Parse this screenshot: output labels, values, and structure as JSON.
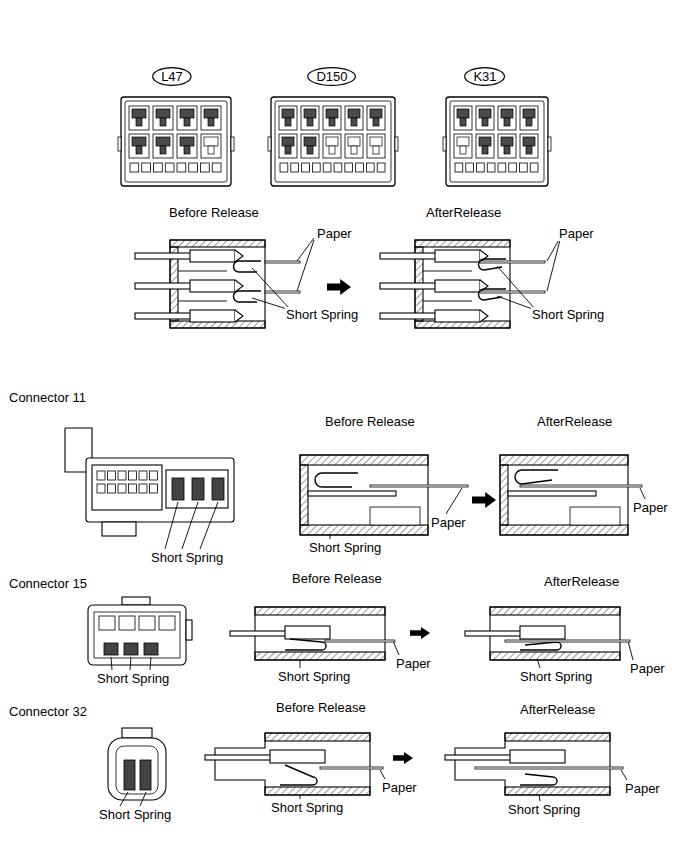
{
  "diagram": {
    "nodes": [
      {
        "text": [
          "L47"
        ]
      },
      {
        "text": [
          "D150"
        ]
      },
      {
        "text": [
          "K31"
        ]
      }
    ],
    "labels": [
      "Before Release",
      "AfterRelease",
      "Paper",
      "Short Spring",
      "Paper",
      "Short Spring",
      "Connector 11",
      "Before Release",
      "AfterRelease",
      "Short Spring",
      "Paper",
      "Short Spring",
      "Paper",
      "Connector 15",
      "Before Release",
      "AfterRelease",
      "Short Spring",
      "Paper",
      "Short Spring",
      "Paper",
      "Short Spring",
      "Connector 32",
      "Before Release",
      "AfterRelease",
      "Short Spring",
      "Paper",
      "Short Spring",
      "Paper",
      "Short Spring"
    ]
  }
}
